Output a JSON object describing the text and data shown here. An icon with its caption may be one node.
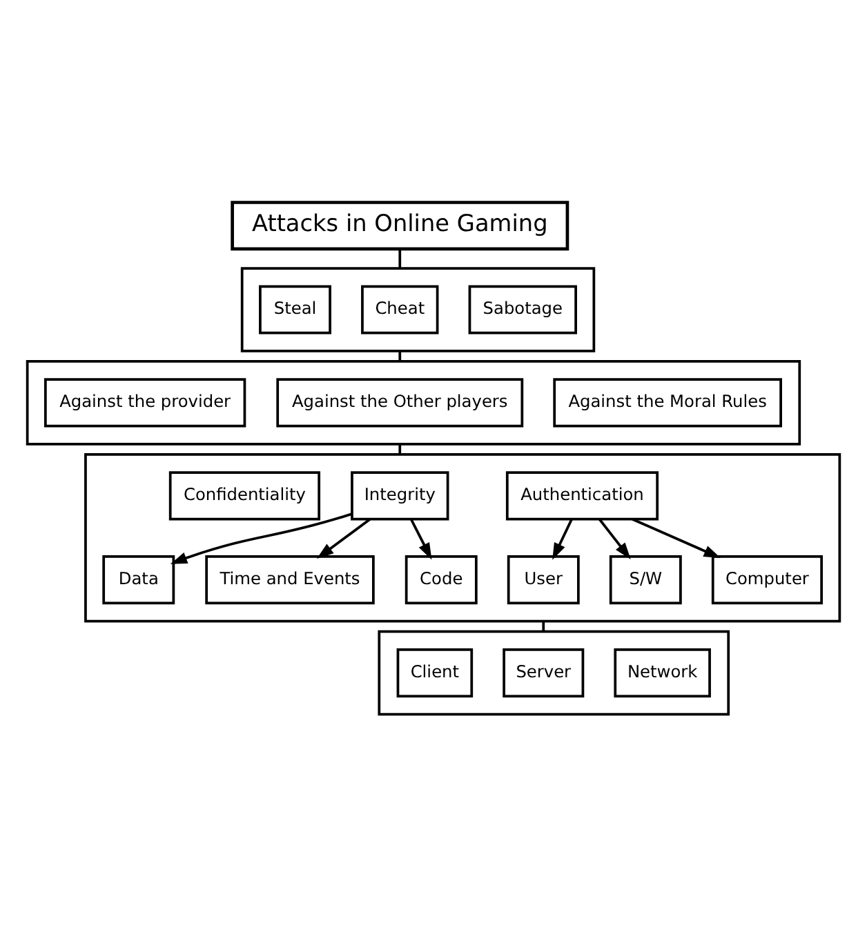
{
  "diagram": {
    "nodes": [
      {
        "text": [
          "Attacks in Online Gaming"
        ]
      },
      {
        "text": [],
        "shape": "box"
      },
      {
        "text": [
          "Steal"
        ],
        "in": 1
      },
      {
        "text": [
          "Cheat"
        ],
        "in": 1
      },
      {
        "text": [
          "Sabotage"
        ],
        "in": 1
      },
      {
        "text": [],
        "shape": "box"
      },
      {
        "text": [
          "Against the provider"
        ],
        "in": 5
      },
      {
        "text": [
          "Against the Other players"
        ],
        "in": 5
      },
      {
        "text": [
          "Against the Moral Rules"
        ],
        "in": 5
      },
      {
        "text": [],
        "shape": "box"
      },
      {
        "text": [
          "Confidentiality"
        ],
        "in": 9
      },
      {
        "text": [
          "Integrity"
        ],
        "in": 9
      },
      {
        "text": [
          "Authentication"
        ],
        "in": 9
      },
      {
        "text": [
          "Data"
        ],
        "in": 9
      },
      {
        "text": [
          "Time and Events"
        ],
        "in": 9
      },
      {
        "text": [
          "Code"
        ],
        "in": 9
      },
      {
        "text": [
          "User"
        ],
        "in": 9
      },
      {
        "text": [
          "S/W"
        ],
        "in": 9
      },
      {
        "text": [
          "Computer"
        ],
        "in": 9
      },
      {
        "text": [],
        "shape": "box"
      },
      {
        "text": [
          "Client"
        ],
        "in": 19
      },
      {
        "text": [
          "Server"
        ],
        "in": 19
      },
      {
        "text": [
          "Network"
        ],
        "in": 19
      }
    ],
    "edges": [
      {
        "from": 0,
        "to": 1,
        "arrow": "none"
      },
      {
        "from": 1,
        "to": 5,
        "arrow": "none"
      },
      {
        "from": 5,
        "to": 9,
        "arrow": "none"
      },
      {
        "from": 9,
        "to": 19,
        "arrow": "none"
      },
      {
        "from": 11,
        "to": 13,
        "arrow": "to"
      },
      {
        "from": 11,
        "to": 14,
        "arrow": "to"
      },
      {
        "from": 11,
        "to": 15,
        "arrow": "to"
      },
      {
        "from": 12,
        "to": 16,
        "arrow": "to"
      },
      {
        "from": 12,
        "to": 17,
        "arrow": "to"
      },
      {
        "from": 12,
        "to": 18,
        "arrow": "to"
      }
    ]
  }
}
